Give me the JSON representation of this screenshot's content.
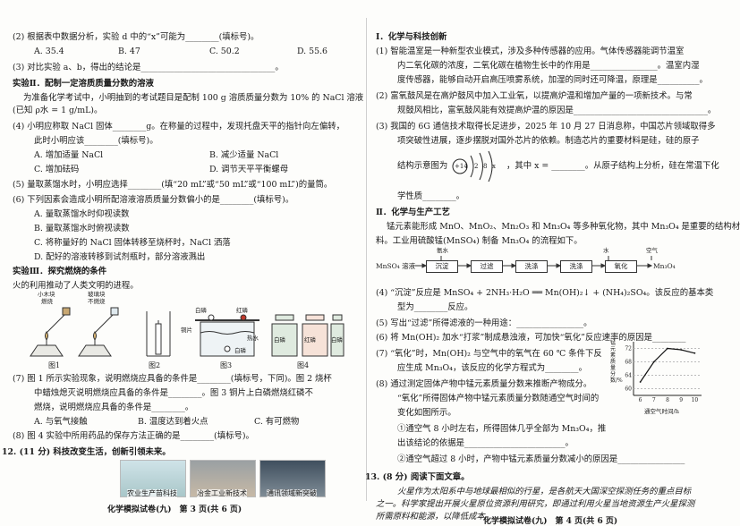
{
  "left": {
    "l1": "(2) 根据表中数据分析，实验 d 中的“x”可能为________(填标号)。",
    "l2": {
      "a": "A. 35.4",
      "b": "B. 47",
      "c": "C. 50.2",
      "d": "D. 55.6"
    },
    "l3": "(3) 对比实验 a、b，得出的结论是________________________________。",
    "l4": "实验Ⅱ．配制一定溶质质量分数的溶液",
    "l5": "为准备化学考试中，小明抽到的考试题目是配制 100 g 溶质质量分数为 10% 的 NaCl 溶液",
    "l6": "(已知 ρ水 = 1 g/mL)。",
    "l7": "(4) 小明应称取 NaCl 固体________g。在称量的过程中，发现托盘天平的指针向左偏转，",
    "l8": "此时小明应该________(填标号)。",
    "l9": {
      "a": "A. 增加适量 NaCl",
      "b": "B. 减少适量 NaCl"
    },
    "l10": {
      "a": "C. 增加砝码",
      "b": "D. 调节天平平衡螺母"
    },
    "l11": "(5) 量取蒸馏水时，小明应选择________(填“20 mL”或“50 mL”或“100 mL”)的量筒。",
    "l12": "(6) 下列因素会造成小明所配溶液溶质质量分数偏小的是________(填标号)。",
    "l13": "A. 量取蒸馏水时仰视读数",
    "l14": "B. 量取蒸馏水时俯视读数",
    "l15": "C. 将称量好的 NaCl 固体转移至烧杯时，NaCl 洒落",
    "l16": "D. 配好的溶液转移到试剂瓶时，部分溶液溅出",
    "l17": "实验Ⅲ．探究燃烧的条件",
    "l18": "火的利用推动了人类文明的进程。",
    "fig": {
      "t1": "小木块",
      "t2": "燃烧",
      "t3": "玻璃块",
      "t4": "不燃烧",
      "t5": "白磷",
      "t6": "红磷",
      "t7": "铜片",
      "t8": "热水",
      "t9": "白磷",
      "b1": "白磷",
      "b2": "红磷",
      "b3": "白磷",
      "c1": "图1",
      "c2": "图2",
      "c3": "图3",
      "c4": "图4"
    },
    "l19": "(7) 图 1 所示实验现象，说明燃烧应具备的条件是________(填标号，下同)。图 2 烧杯",
    "l20": "中蜡烛熄灭说明燃烧应具备的条件是________。图 3 铜片上白磷燃烧红磷不",
    "l21": "燃烧，说明燃烧应具备的条件是________。",
    "l22": {
      "a": "A. 与氧气接触",
      "b": "B. 温度达到着火点",
      "c": "C. 有可燃物"
    },
    "l23": "(8) 图 4 实验中所用药品的保存方法正确的是________(填标号)。",
    "l24": "12. (11 分) 科技改变生活，创新引领未来。",
    "pics": {
      "p1": "农业生产苗科技",
      "p2": "冶金工业新技术",
      "p3": "通讯领域新突破"
    },
    "footer": "化学模拟试卷(九)　第 3 页(共 6 页)"
  },
  "right": {
    "r1": "Ⅰ．化学与科技创新",
    "r2": "(1) 智能温室是一种新型农业模式，涉及多种传感器的应用。气体传感器能调节温室",
    "r3": "内二氧化碳的浓度，二氧化碳在植物生长中的作用是________________。温室内湿",
    "r4": "度传感器，能够自动开启高压喷雾系统，加湿的同时还可降温，原理是__________。",
    "r5": "(2) 富氧鼓风是在高炉鼓风中加入工业氧，以提高炉温和增加产量的一项新技术。与常",
    "r6": "规鼓风相比，富氧鼓风能有效提高炉温的原因是________________________________。",
    "r7": "(3) 我国的 6G 通信技术取得长足进步，2025 年 10 月 27 日消息称，中国芯片领域取得多",
    "r8": "项突破性进展，逐步摆脱对国外芯片的依赖。制造芯片的重要材料是硅，硅的原子",
    "atom": {
      "nucleus": "+14",
      "e1": "2",
      "e2": "8",
      "e3": "x"
    },
    "r9a": "结构示意图为",
    "r9b": "，其中 x = ________。从原子结构上分析，硅在常温下化",
    "r10": "学性质________。",
    "r11": "Ⅱ．化学与生产工艺",
    "r12": "锰元素能形成 MnO、MnO₂、Mn₂O₃ 和 Mn₃O₄ 等多种氧化物，其中 Mn₃O₄ 是重要的结构材",
    "r13": "料。工业用硫酸锰(MnSO₄) 制备 Mn₃O₄ 的流程如下。",
    "flow": {
      "nh3": "氨水",
      "water": "水",
      "air": "空气",
      "start": "MnSO₄ 溶液",
      "s1": "沉淀",
      "s2": "过滤",
      "s3": "洗涤",
      "s4": "洗涤",
      "s5": "氧化",
      "end": "Mn₃O₄"
    },
    "r14": "(4) “沉淀”反应是 MnSO₄ + 2NH₃·H₂O ══ Mn(OH)₂↓ + (NH₄)₂SO₄。该反应的基本类",
    "r15": "型为________反应。",
    "r16": "(5) 写出“过滤”所得滤液的一种用途：________________。",
    "r17": "(6) 将 Mn(OH)₂ 加水“打浆”制成悬浊液，可加快“氧化”反应速率的原因是________",
    "r18": "(7) “氧化”时，Mn(OH)₂ 与空气中的氧气在 60 ℃ 条件下反",
    "r19": "应生成 Mn₃O₄，该反应的化学方程式为________。",
    "r20": "(8) 通过测定固体产物中锰元素质量分数来推断产物成分。",
    "r21": "“氧化”所得固体产物中锰元素质量分数随通空气时间的",
    "r22": "变化如图所示。",
    "r23": "①通空气 8 小时左右，所得固体几乎全部为 Mn₃O₄，推",
    "r24": "出该结论的依据是________________________。",
    "r25": "②通空气超过 8 小时，产物中锰元素质量分数减小的原因是________________",
    "graph": {
      "ylabel": "锰元素质量分数/%",
      "xlabel": "通空气时间/h",
      "yticks": [
        "72",
        "68",
        "64",
        "60"
      ],
      "xticks": [
        "6",
        "7",
        "8",
        "9",
        "10"
      ]
    },
    "r26": "13. (8 分) 阅读下面文章。",
    "r27": "火星作为太阳系中与地球最相似的行星，是各航天大国深空探测任务的重点目标",
    "r28": "之一。科学家提出开展火星原位资源利用研究，即通过利用火星当地资源生产火星探测",
    "r29": "所需原料和能源，以降低成本。",
    "footer": "化学模拟试卷(九)　第 4 页(共 6 页)"
  },
  "chart_data": {
    "type": "line",
    "xlabel": "通空气时间/h",
    "ylabel": "锰元素质量分数/%",
    "x": [
      6,
      7,
      8,
      9,
      10
    ],
    "values": [
      62,
      68,
      72,
      71.6,
      70.6
    ],
    "xlim": [
      5.5,
      10.5
    ],
    "ylim": [
      58,
      74
    ]
  }
}
